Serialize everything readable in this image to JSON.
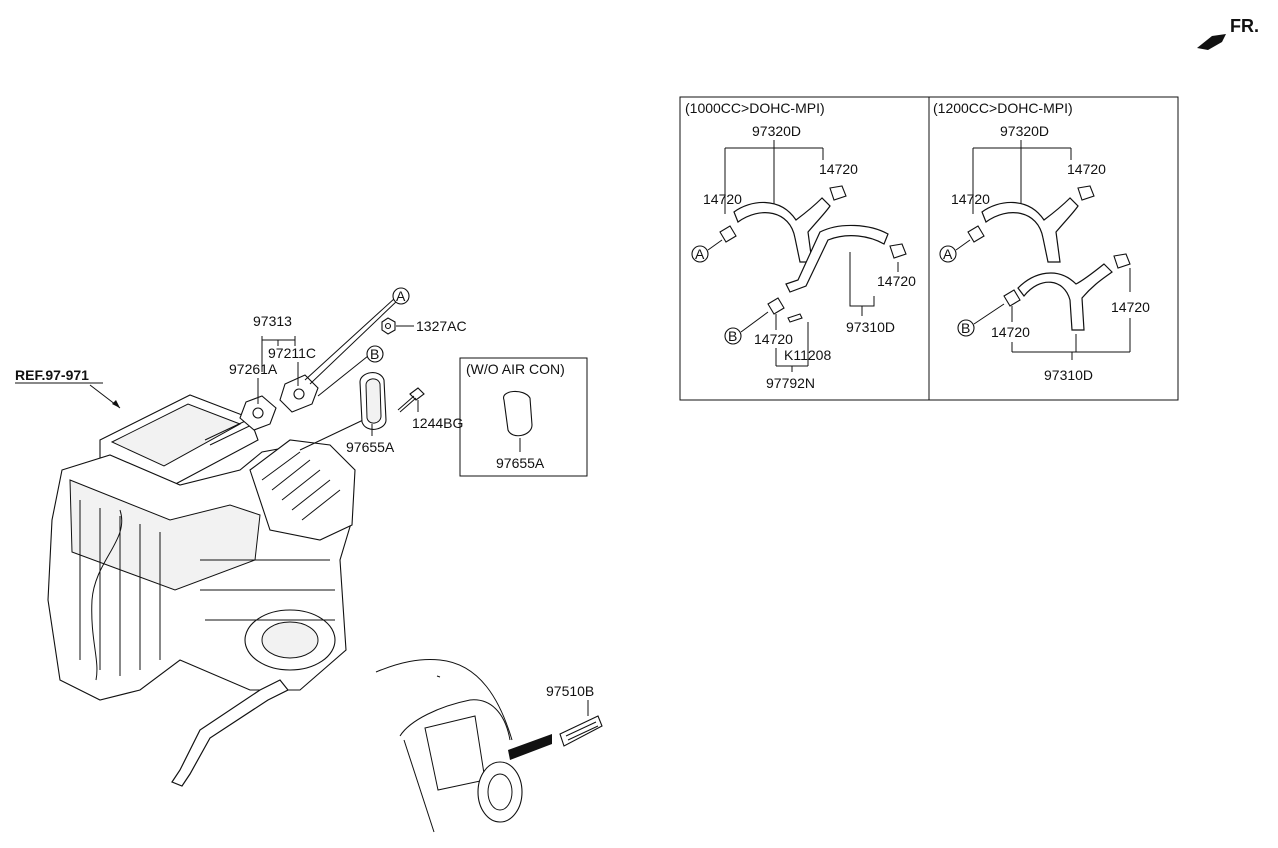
{
  "orientation": {
    "label": "FR."
  },
  "main_diagram": {
    "ref_label": "REF.97-971",
    "callouts": {
      "p97313": "97313",
      "p97211c": "97211C",
      "p97261a": "97261A",
      "p1327ac": "1327AC",
      "p1244bg": "1244BG",
      "p97655a": "97655A",
      "p97510b": "97510B",
      "marker_a": "A",
      "marker_b": "B"
    }
  },
  "inset_wo_aircon": {
    "title": "(W/O AIR CON)",
    "part": "97655A"
  },
  "panel_1000": {
    "title": "(1000CC>DOHC-MPI)",
    "p97320d": "97320D",
    "clamp_top_right": "14720",
    "clamp_left": "14720",
    "clamp_right": "14720",
    "clamp_bottom": "14720",
    "p97310d": "97310D",
    "pk11208": "K11208",
    "p97792n": "97792N",
    "marker_a": "A",
    "marker_b": "B"
  },
  "panel_1200": {
    "title": "(1200CC>DOHC-MPI)",
    "p97320d": "97320D",
    "clamp_top_right": "14720",
    "clamp_left": "14720",
    "clamp_right": "14720",
    "clamp_bottom": "14720",
    "p97310d": "97310D",
    "marker_a": "A",
    "marker_b": "B"
  }
}
